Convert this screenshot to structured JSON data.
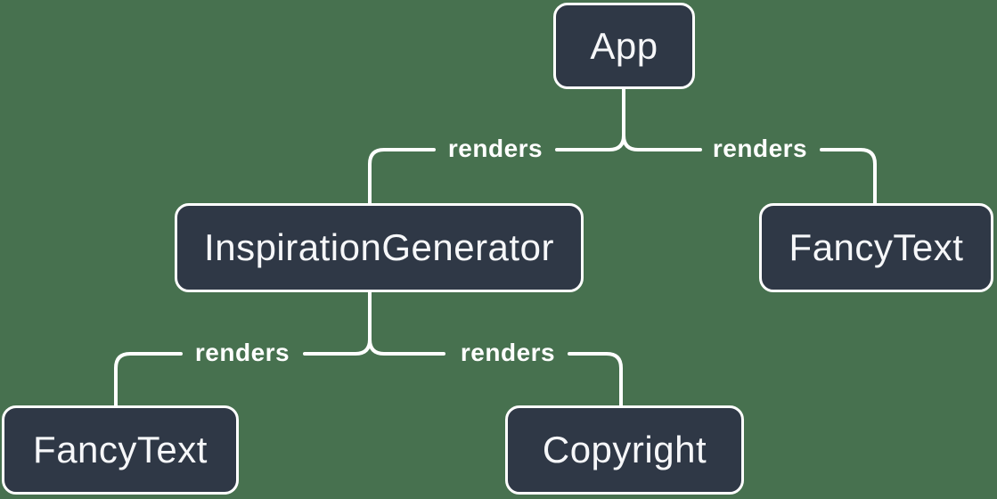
{
  "colors": {
    "background": "#47714F",
    "node-fill": "#2F3846",
    "node-border": "#FFFFFF",
    "node-text": "#F6F7F9",
    "line": "#FFFFFF",
    "label-text": "#FFFFFF"
  },
  "diagram": {
    "type": "component-render-tree",
    "nodes": [
      {
        "id": "app",
        "label": "App"
      },
      {
        "id": "inspiration-generator",
        "label": "InspirationGenerator"
      },
      {
        "id": "fancy-text-right",
        "label": "FancyText"
      },
      {
        "id": "fancy-text-left",
        "label": "FancyText"
      },
      {
        "id": "copyright",
        "label": "Copyright"
      }
    ],
    "edges": [
      {
        "from": "App",
        "to": "InspirationGenerator",
        "label": "renders"
      },
      {
        "from": "App",
        "to": "FancyText",
        "label": "renders"
      },
      {
        "from": "InspirationGenerator",
        "to": "FancyText",
        "label": "renders"
      },
      {
        "from": "InspirationGenerator",
        "to": "Copyright",
        "label": "renders"
      }
    ]
  }
}
